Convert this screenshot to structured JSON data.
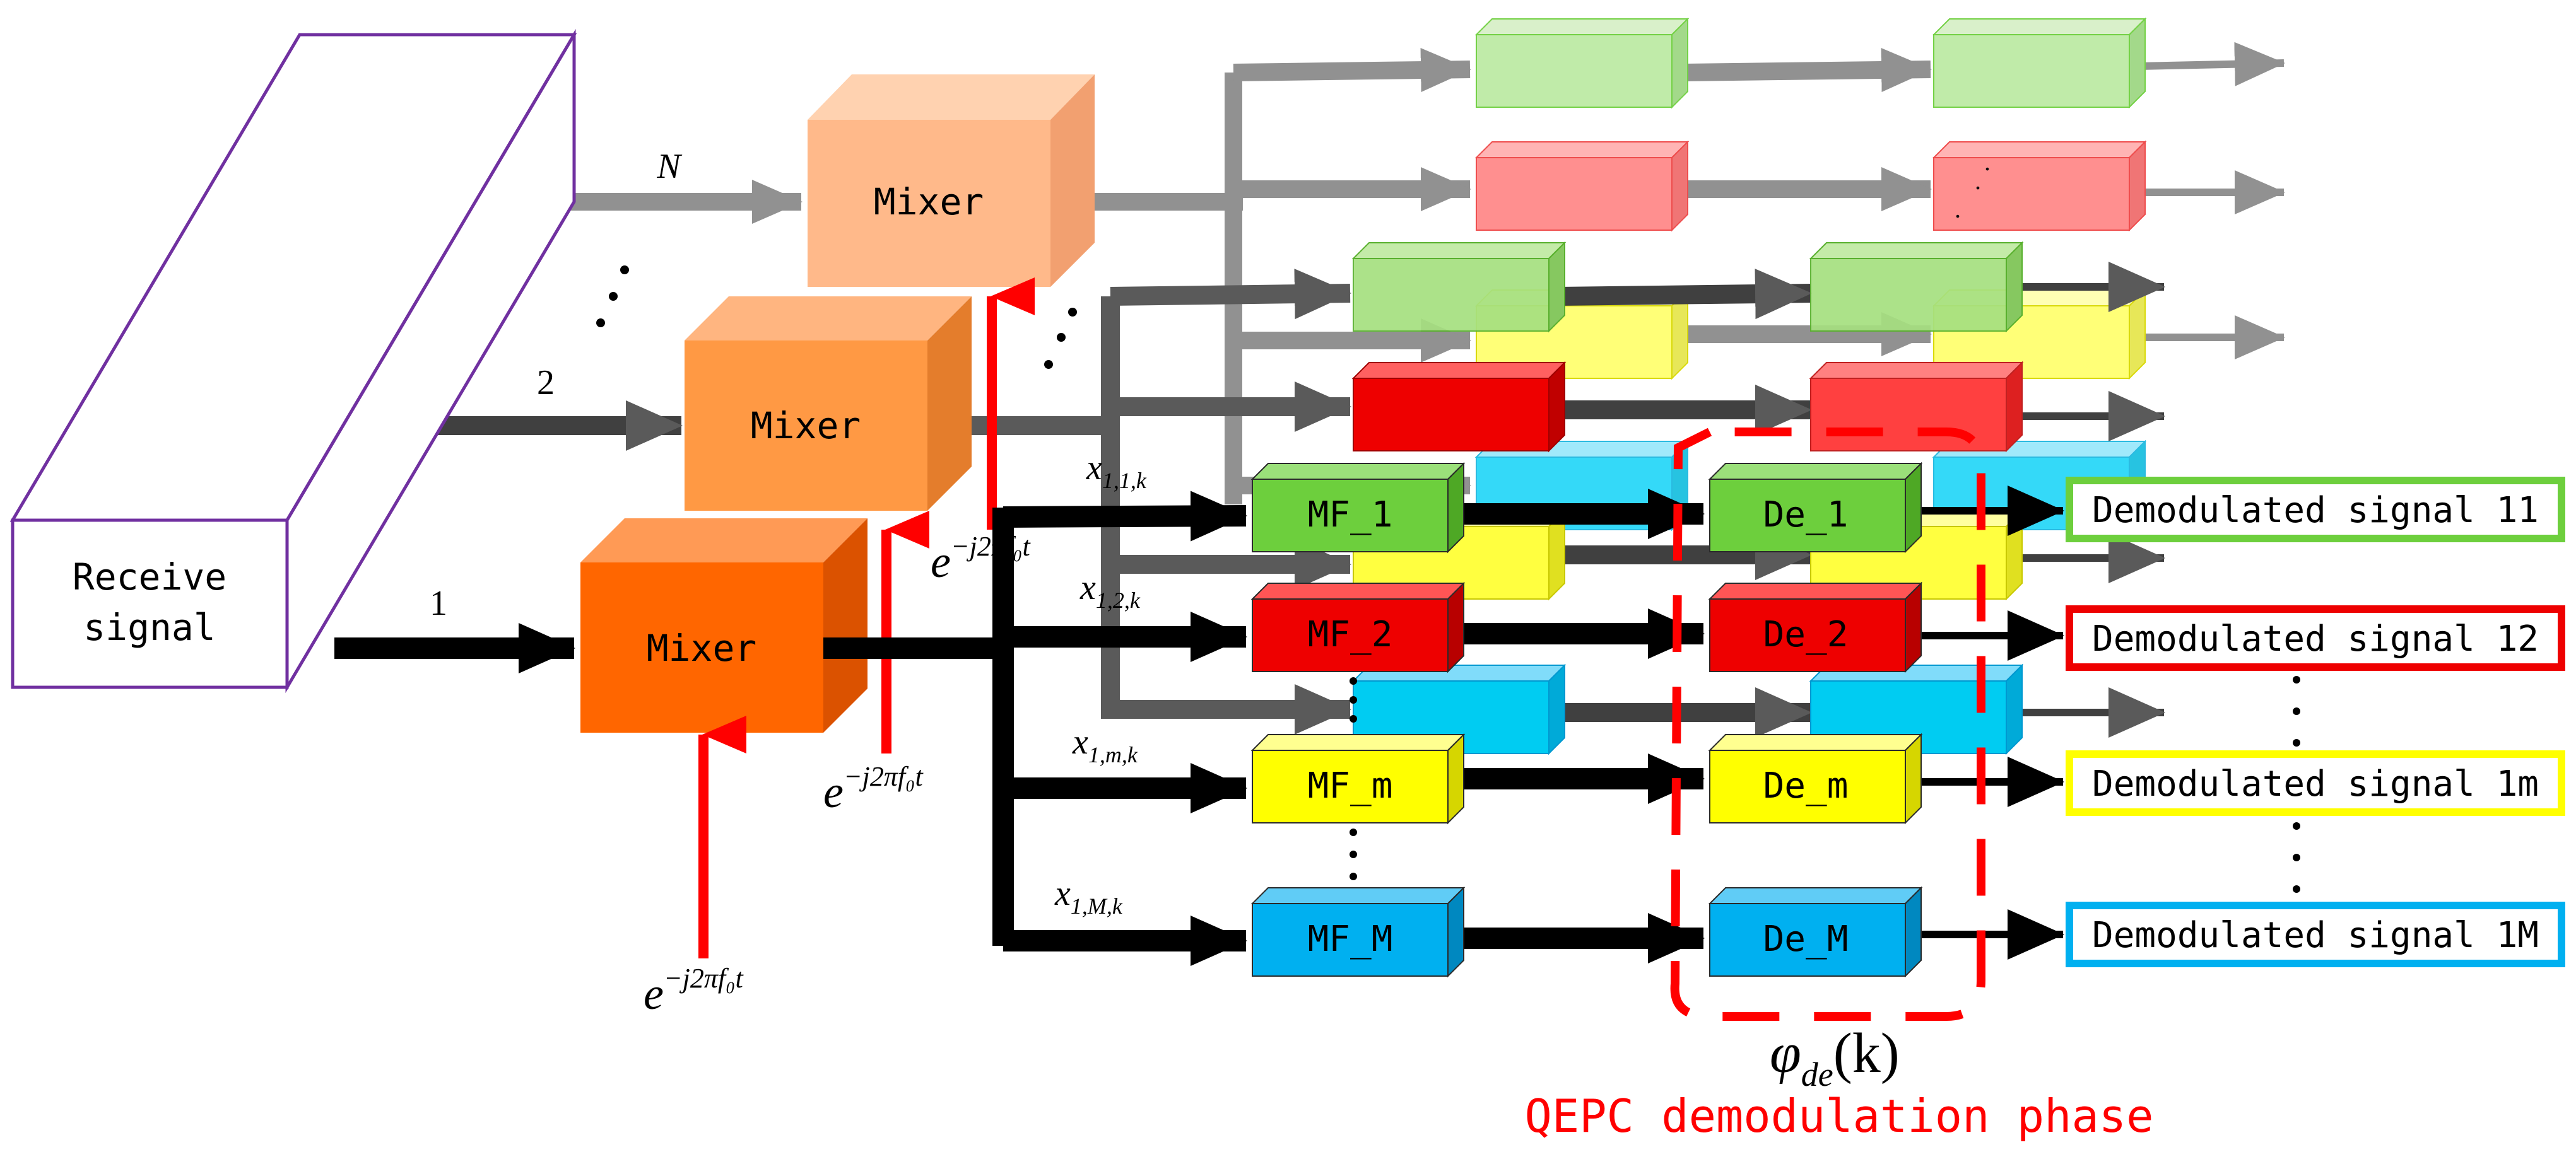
{
  "receive": {
    "line1": "Receive",
    "line2": "signal"
  },
  "branches": {
    "n": "N",
    "two": "2",
    "one": "1"
  },
  "mixer_label": "Mixer",
  "osc": {
    "base": "e",
    "exp": "−j2πf₀t"
  },
  "xlabels": [
    {
      "base": "x",
      "sub": "1,1,k"
    },
    {
      "base": "x",
      "sub": "1,2,k"
    },
    {
      "base": "x",
      "sub": "1,m,k"
    },
    {
      "base": "x",
      "sub": "1,M,k"
    }
  ],
  "mf": [
    "MF_1",
    "MF_2",
    "MF_m",
    "MF_M"
  ],
  "de": [
    "De_1",
    "De_2",
    "De_m",
    "De_M"
  ],
  "outputs": [
    "Demodulated signal 11",
    "Demodulated signal 12",
    "Demodulated signal 1m",
    "Demodulated signal 1M"
  ],
  "phase": {
    "symbol": "φ",
    "sub": "de",
    "arg": "(k)"
  },
  "caption": "QEPC demodulation phase",
  "colors": {
    "green": "#6dcf3d",
    "red": "#ee0000",
    "yellow": "#ffff00",
    "cyan": "#00b0f0",
    "mixer1": "#ff6600",
    "mixer2": "#ff9944",
    "mixer3": "#ffb98a",
    "purple": "#7030a0",
    "arrow_red": "#ff0000"
  }
}
